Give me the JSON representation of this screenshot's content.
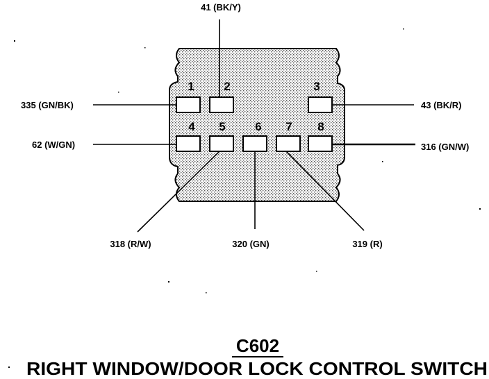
{
  "connector": {
    "id": "C602",
    "name": "RIGHT WINDOW/DOOR LOCK CONTROL SWITCH"
  },
  "pins": [
    {
      "number": "1",
      "wire": "335 (GN/BK)"
    },
    {
      "number": "2",
      "wire": "41 (BK/Y)"
    },
    {
      "number": "3",
      "wire": "43 (BK/R)"
    },
    {
      "number": "4",
      "wire": "62 (W/GN)"
    },
    {
      "number": "5",
      "wire": "318 (R/W)"
    },
    {
      "number": "6",
      "wire": "320 (GN)"
    },
    {
      "number": "7",
      "wire": "319 (R)"
    },
    {
      "number": "8",
      "wire": "316 (GN/W)"
    }
  ],
  "colors": {
    "ink": "#000000",
    "background": "#ffffff",
    "housing_stipple": "#9a9a9a"
  }
}
